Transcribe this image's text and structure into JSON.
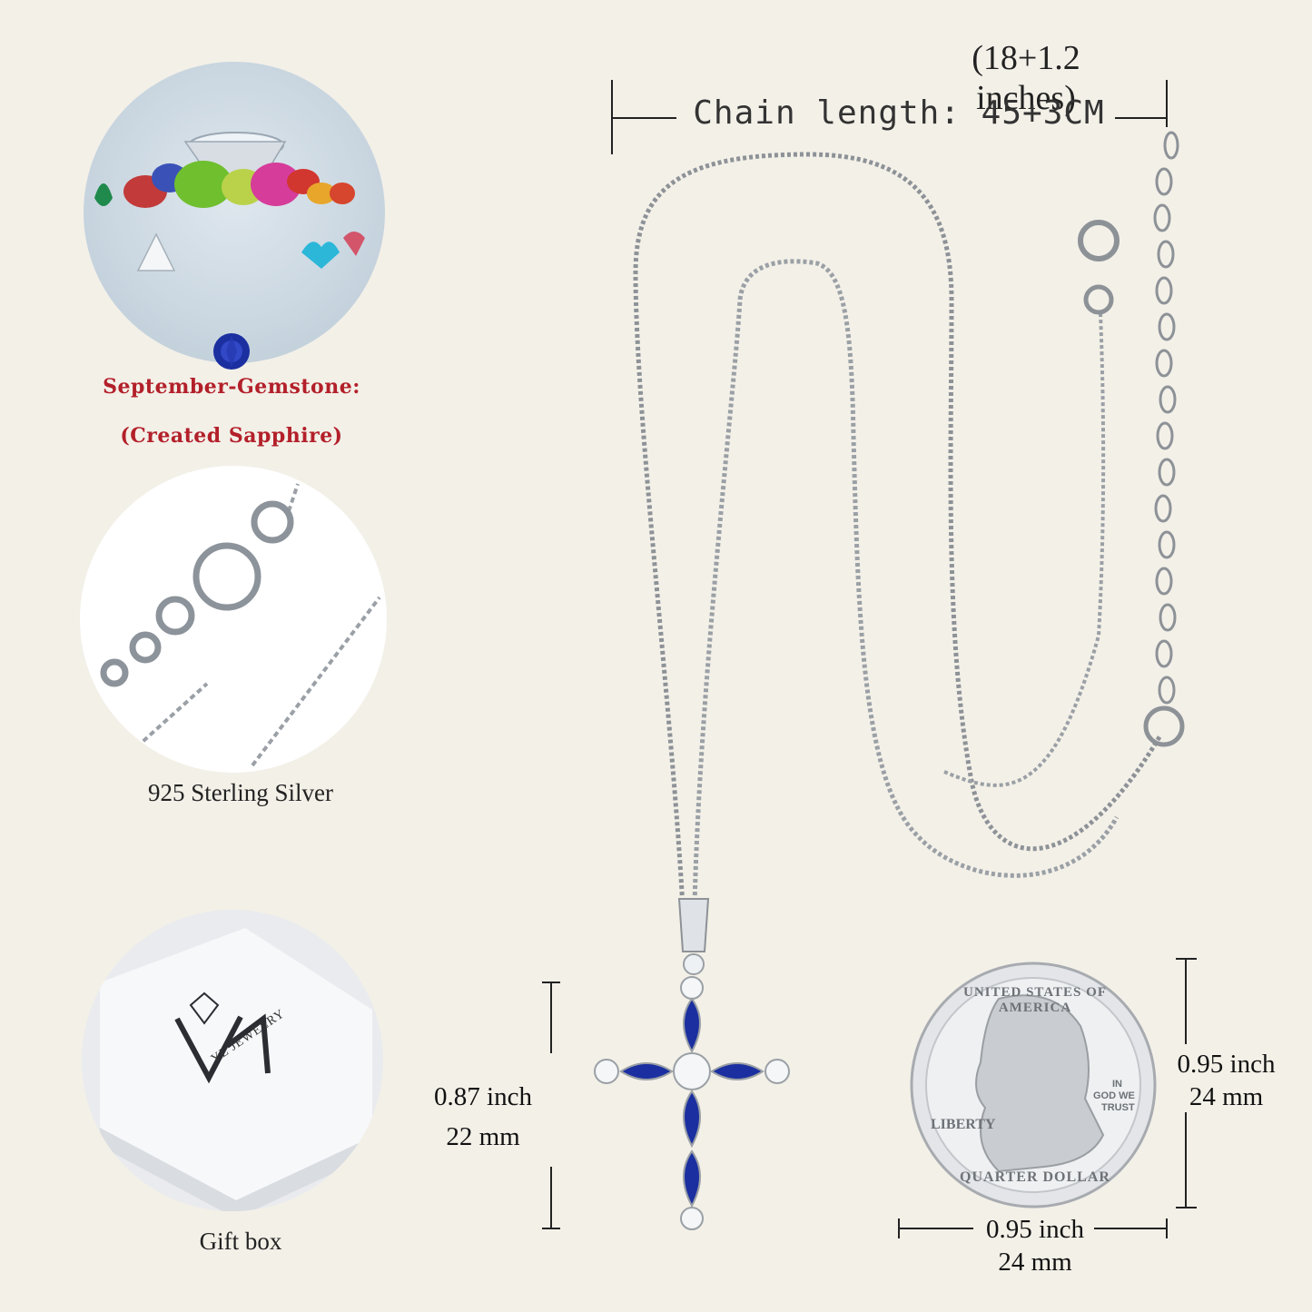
{
  "left_column": {
    "gemstone_label": "September-Gemstone:",
    "gemstone_sub": "(Created Sapphire)",
    "silver_label": "925 Sterling Silver",
    "giftbox_label": "Gift box",
    "box_brand": "YL JEWELRY",
    "box_logo_letters": "YL"
  },
  "chain": {
    "length_label": "Chain length: 45+3CM",
    "inches_label": "(18+1.2 inches)"
  },
  "pendant": {
    "size_inch": "0.87 inch",
    "size_mm": "22 mm"
  },
  "coin": {
    "height_inch": "0.95 inch",
    "height_mm": "24 mm",
    "width_inch": "0.95 inch",
    "width_mm": "24 mm",
    "inscription_top": "UNITED STATES OF AMERICA",
    "inscription_bottom": "QUARTER DOLLAR",
    "liberty": "LIBERTY",
    "motto_line1": "IN",
    "motto_line2": "GOD WE",
    "motto_line3": "TRUST"
  },
  "colors": {
    "background": "#f3f0e8",
    "sapphire": "#1b2fa0",
    "label_red": "#b3202a"
  }
}
